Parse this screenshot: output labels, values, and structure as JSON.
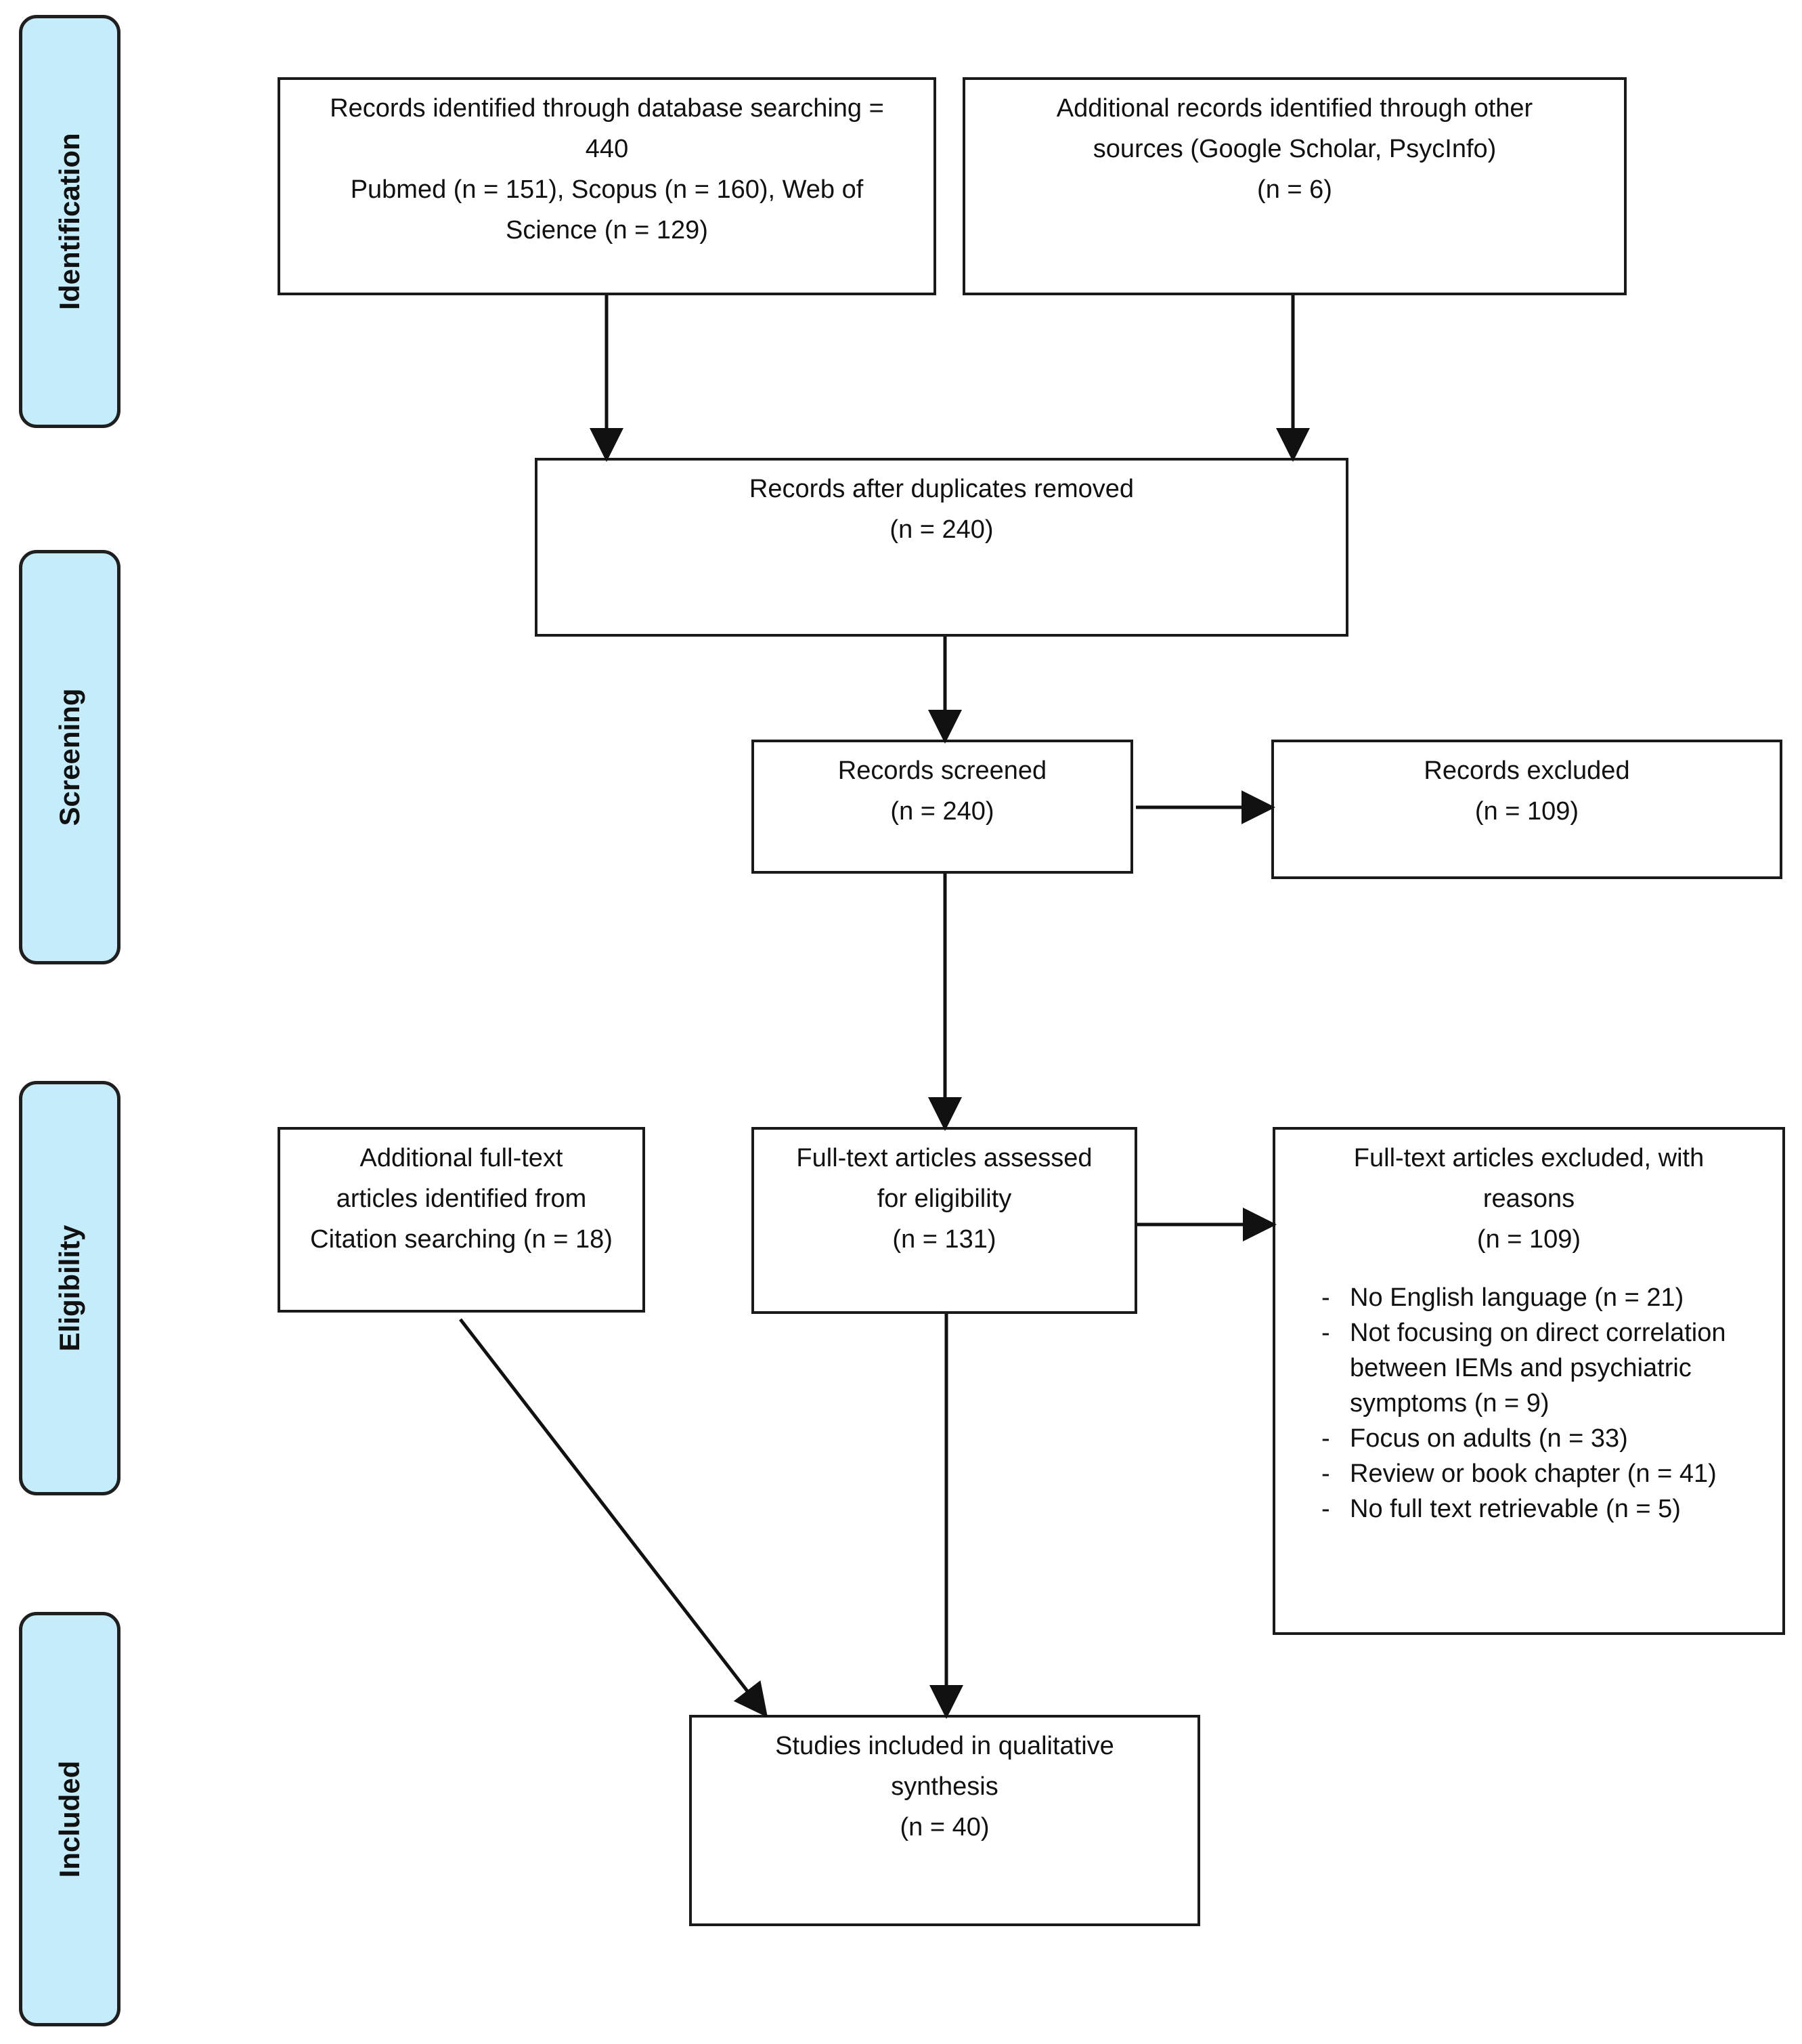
{
  "phases": {
    "identification": "Identification",
    "screening": "Screening",
    "eligibility": "Eligibility",
    "included": "Included"
  },
  "boxes": {
    "database": {
      "lines": [
        "Records identified through database searching =",
        "440",
        "Pubmed (n = 151), Scopus (n = 160), Web of",
        "Science (n = 129)"
      ]
    },
    "other_sources": {
      "lines": [
        "Additional records identified through other",
        "sources (Google Scholar, PsycInfo)",
        "(n = 6)"
      ]
    },
    "duplicates_removed": {
      "lines": [
        "Records after duplicates removed",
        "(n = 240)"
      ]
    },
    "screened": {
      "lines": [
        "Records screened",
        "(n = 240)"
      ]
    },
    "excluded": {
      "lines": [
        "Records excluded",
        "(n = 109)"
      ]
    },
    "citation_search": {
      "lines": [
        "Additional full-text",
        "articles identified from",
        "Citation searching (n = 18)"
      ]
    },
    "full_text_assessed": {
      "lines": [
        "Full-text articles assessed",
        "for eligibility",
        "(n = 131)"
      ]
    },
    "full_text_excluded": {
      "lines": [
        "Full-text articles excluded, with",
        "reasons",
        "(n = 109)"
      ],
      "reasons": [
        "No English language (n = 21)",
        "Not focusing on direct correlation between IEMs and psychiatric symptoms (n = 9)",
        "Focus on adults (n = 33)",
        "Review or book chapter (n = 41)",
        "No full text retrievable (n = 5)"
      ]
    },
    "included_studies": {
      "lines": [
        "Studies included in qualitative",
        "synthesis",
        "(n = 40)"
      ]
    }
  }
}
